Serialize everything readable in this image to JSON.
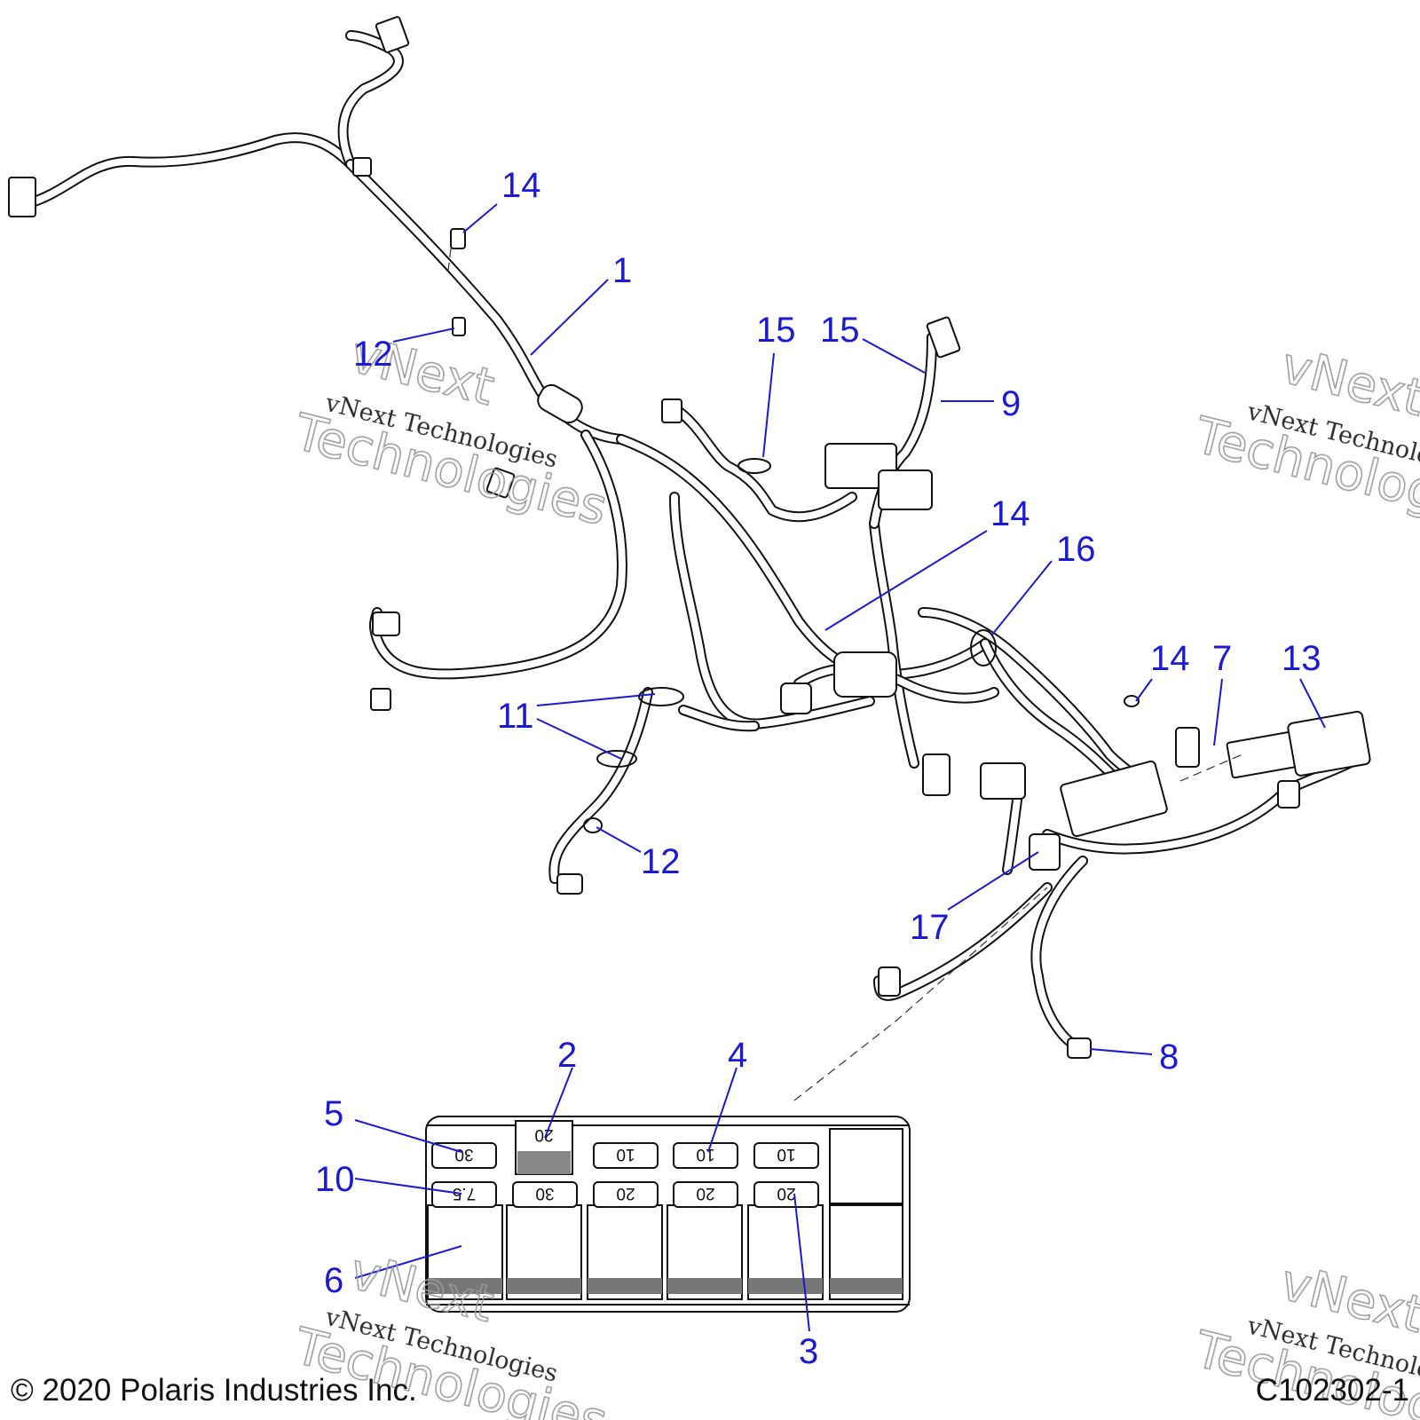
{
  "callouts": [
    {
      "id": "c1",
      "text": "1"
    },
    {
      "id": "c2",
      "text": "2"
    },
    {
      "id": "c3",
      "text": "3"
    },
    {
      "id": "c4",
      "text": "4"
    },
    {
      "id": "c5",
      "text": "5"
    },
    {
      "id": "c6",
      "text": "6"
    },
    {
      "id": "c7",
      "text": "7"
    },
    {
      "id": "c8",
      "text": "8"
    },
    {
      "id": "c9",
      "text": "9"
    },
    {
      "id": "c10",
      "text": "10"
    },
    {
      "id": "c11",
      "text": "11"
    },
    {
      "id": "c12a",
      "text": "12"
    },
    {
      "id": "c12b",
      "text": "12"
    },
    {
      "id": "c13",
      "text": "13"
    },
    {
      "id": "c14a",
      "text": "14"
    },
    {
      "id": "c14b",
      "text": "14"
    },
    {
      "id": "c14c",
      "text": "14"
    },
    {
      "id": "c15a",
      "text": "15"
    },
    {
      "id": "c15b",
      "text": "15"
    },
    {
      "id": "c16",
      "text": "16"
    },
    {
      "id": "c17",
      "text": "17"
    }
  ],
  "fuse_block": {
    "top_row": [
      "30",
      "20",
      "10",
      "10",
      "10"
    ],
    "bottom_row": [
      "7.5",
      "30",
      "20",
      "20",
      "20"
    ]
  },
  "watermark": {
    "italic_text": "vNext Technologies",
    "outline_line1": "vNext",
    "outline_line2": "Technologies"
  },
  "footer": {
    "copyright": "© 2020 Polaris Industries Inc.",
    "figure_code": "C102302-1"
  }
}
